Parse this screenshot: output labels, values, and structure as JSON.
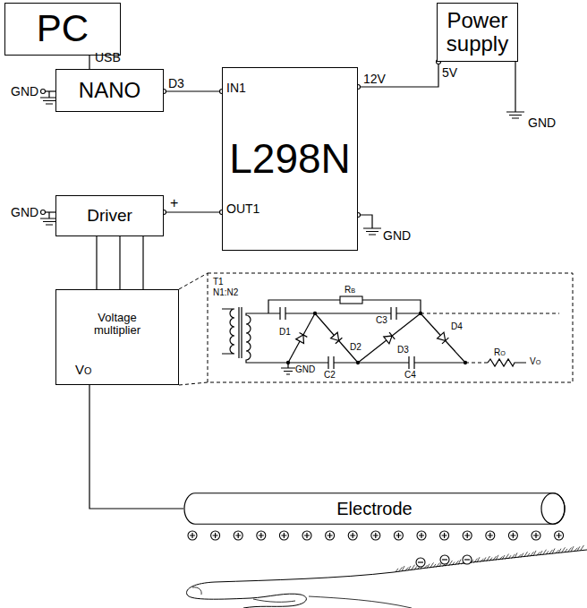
{
  "diagram": {
    "nodes": [
      {
        "text": [
          "PC"
        ]
      },
      {
        "text": [
          "Power supply"
        ]
      },
      {
        "text": [
          "NANO"
        ]
      },
      {
        "text": [
          "L298N"
        ]
      },
      {
        "text": [
          "Driver"
        ]
      },
      {
        "text": [
          "Voltage multiplier"
        ]
      },
      {
        "text": [
          "Electrode"
        ]
      }
    ],
    "edges": [
      {
        "from": 0,
        "to": 2,
        "arrow": "none",
        "label": "USB"
      },
      {
        "from": 2,
        "to": 3,
        "arrow": "none"
      },
      {
        "from": 1,
        "to": 3,
        "arrow": "none"
      },
      {
        "from": 3,
        "to": 4,
        "arrow": "none"
      },
      {
        "from": 4,
        "to": 5,
        "arrow": "none"
      },
      {
        "from": 4,
        "to": 5,
        "arrow": "none"
      },
      {
        "from": 4,
        "to": 5,
        "arrow": "none"
      },
      {
        "from": 5,
        "to": 6,
        "arrow": "none"
      }
    ],
    "labels": [
      "GND",
      "D3",
      "IN1",
      "12V",
      "5V",
      "GND",
      "+",
      "OUT1",
      "GND",
      "GND",
      "VO",
      "T1",
      "N1:N2",
      "RB",
      "C3",
      "D1",
      "D2",
      "D3",
      "D4",
      "GND",
      "C2",
      "C4",
      "RO",
      "VO"
    ]
  }
}
